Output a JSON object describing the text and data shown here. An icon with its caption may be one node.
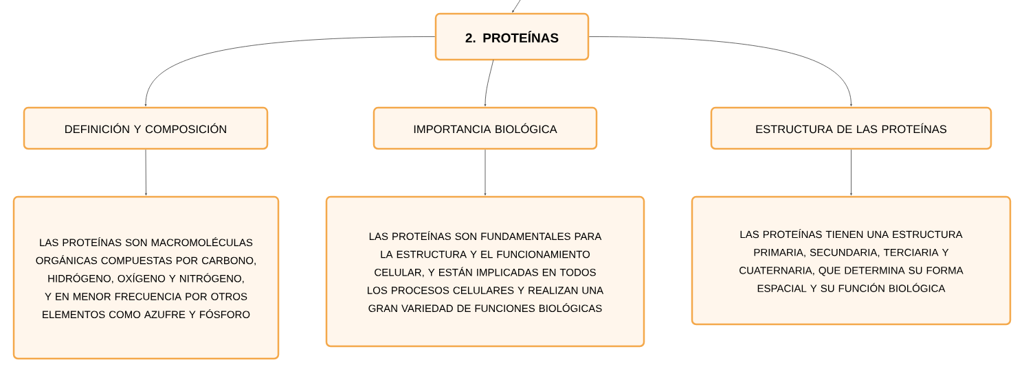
{
  "diagram": {
    "nodes": [
      {
        "text": [
          "2. PROTEÍNAS"
        ]
      },
      {
        "text": [
          "DEFINICIÓN Y COMPOSICIÓN"
        ]
      },
      {
        "text": [
          "IMPORTANCIA BIOLÓGICA"
        ]
      },
      {
        "text": [
          "ESTRUCTURA DE LAS PROTEÍNAS"
        ]
      },
      {
        "text": [
          "LAS PROTEÍNAS SON MACROMOLÉCULAS ORGÁNICAS COMPUESTAS POR CARBONO, HIDRÓGENO, OXÍGENO Y NITRÓGENO, Y EN MENOR FRECUENCIA POR OTROS ELEMENTOS COMO AZUFRE Y FÓSFORO"
        ]
      },
      {
        "text": [
          "LAS PROTEÍNAS SON FUNDAMENTALES PARA LA ESTRUCTURA Y EL FUNCIONAMIENTO CELULAR, Y ESTÁN IMPLICADAS EN TODOS LOS PROCESOS CELULARES Y REALIZAN UNA GRAN VARIEDAD DE FUNCIONES BIOLÓGICAS"
        ]
      },
      {
        "text": [
          "LAS PROTEÍNAS TIENEN UNA ESTRUCTURA PRIMARIA, SECUNDARIA, TERCIARIA Y CUATERNARIA, QUE DETERMINA SU FORMA ESPACIAL Y SU FUNCIÓN BIOLÓGICA"
        ]
      }
    ],
    "edges": [
      {
        "from": null,
        "to": 0,
        "arrow": "to"
      },
      {
        "from": 0,
        "to": 1,
        "arrow": "to"
      },
      {
        "from": 0,
        "to": 2,
        "arrow": "to"
      },
      {
        "from": 0,
        "to": 3,
        "arrow": "to"
      },
      {
        "from": 1,
        "to": 4,
        "arrow": "to"
      },
      {
        "from": 2,
        "to": 5,
        "arrow": "to"
      },
      {
        "from": 3,
        "to": 6,
        "arrow": "to"
      }
    ]
  }
}
